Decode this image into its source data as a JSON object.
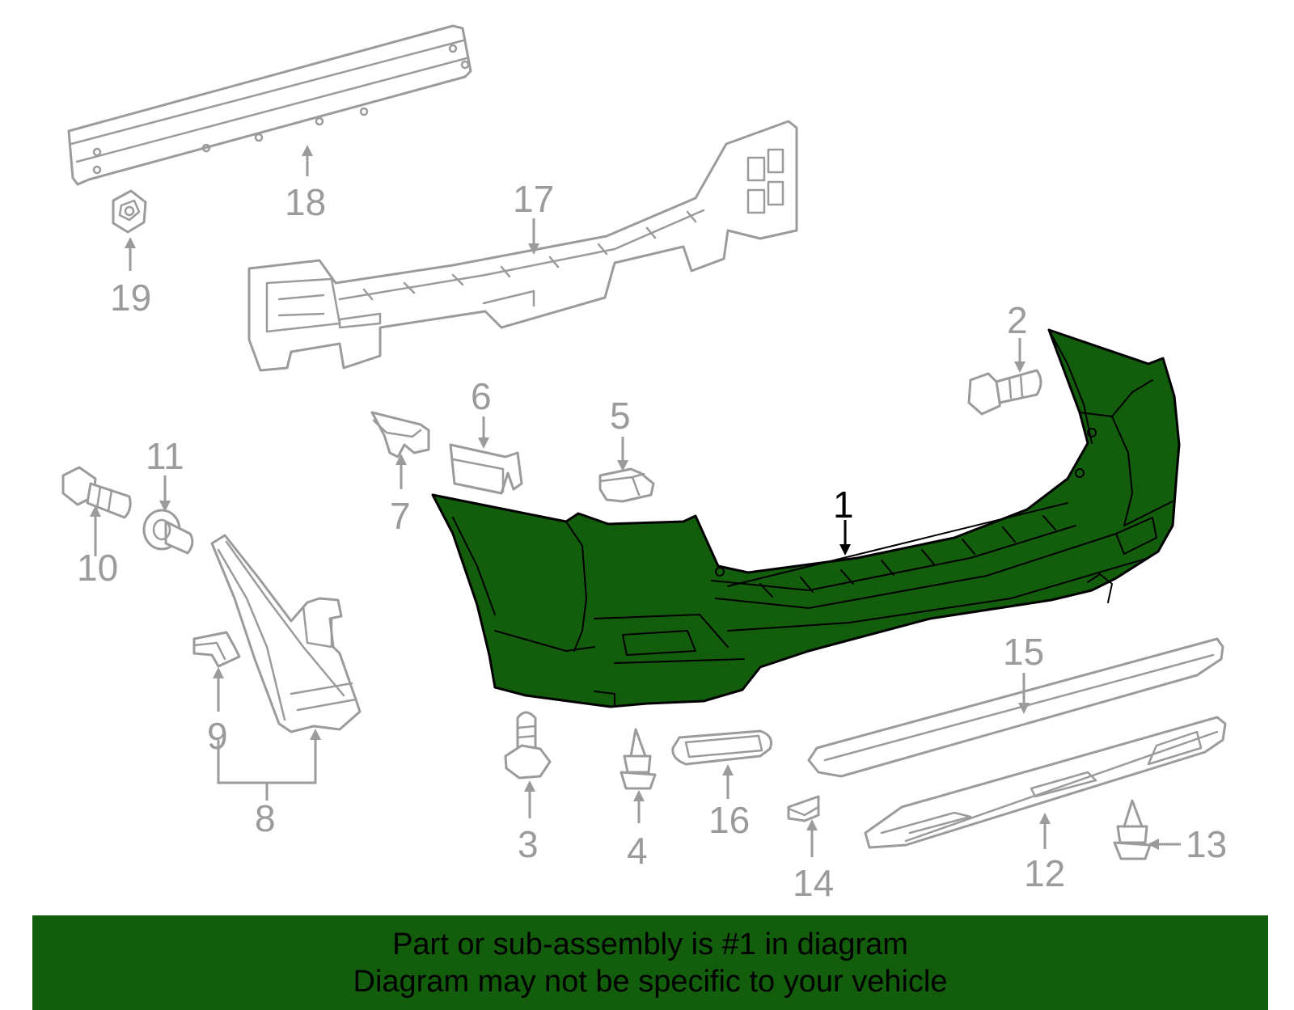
{
  "diagram": {
    "highlight_color": "#135e0c",
    "part_color": "#9b9b9b",
    "callouts": {
      "c1": "1",
      "c2": "2",
      "c3": "3",
      "c4": "4",
      "c5": "5",
      "c6": "6",
      "c7": "7",
      "c8": "8",
      "c9": "9",
      "c10": "10",
      "c11": "11",
      "c12": "12",
      "c13": "13",
      "c14": "14",
      "c15": "15",
      "c16": "16",
      "c17": "17",
      "c18": "18",
      "c19": "19"
    }
  },
  "banner": {
    "line1": "Part or sub-assembly is #1 in diagram",
    "line2": "Diagram may not be specific to your vehicle",
    "background": "#135e0c"
  }
}
